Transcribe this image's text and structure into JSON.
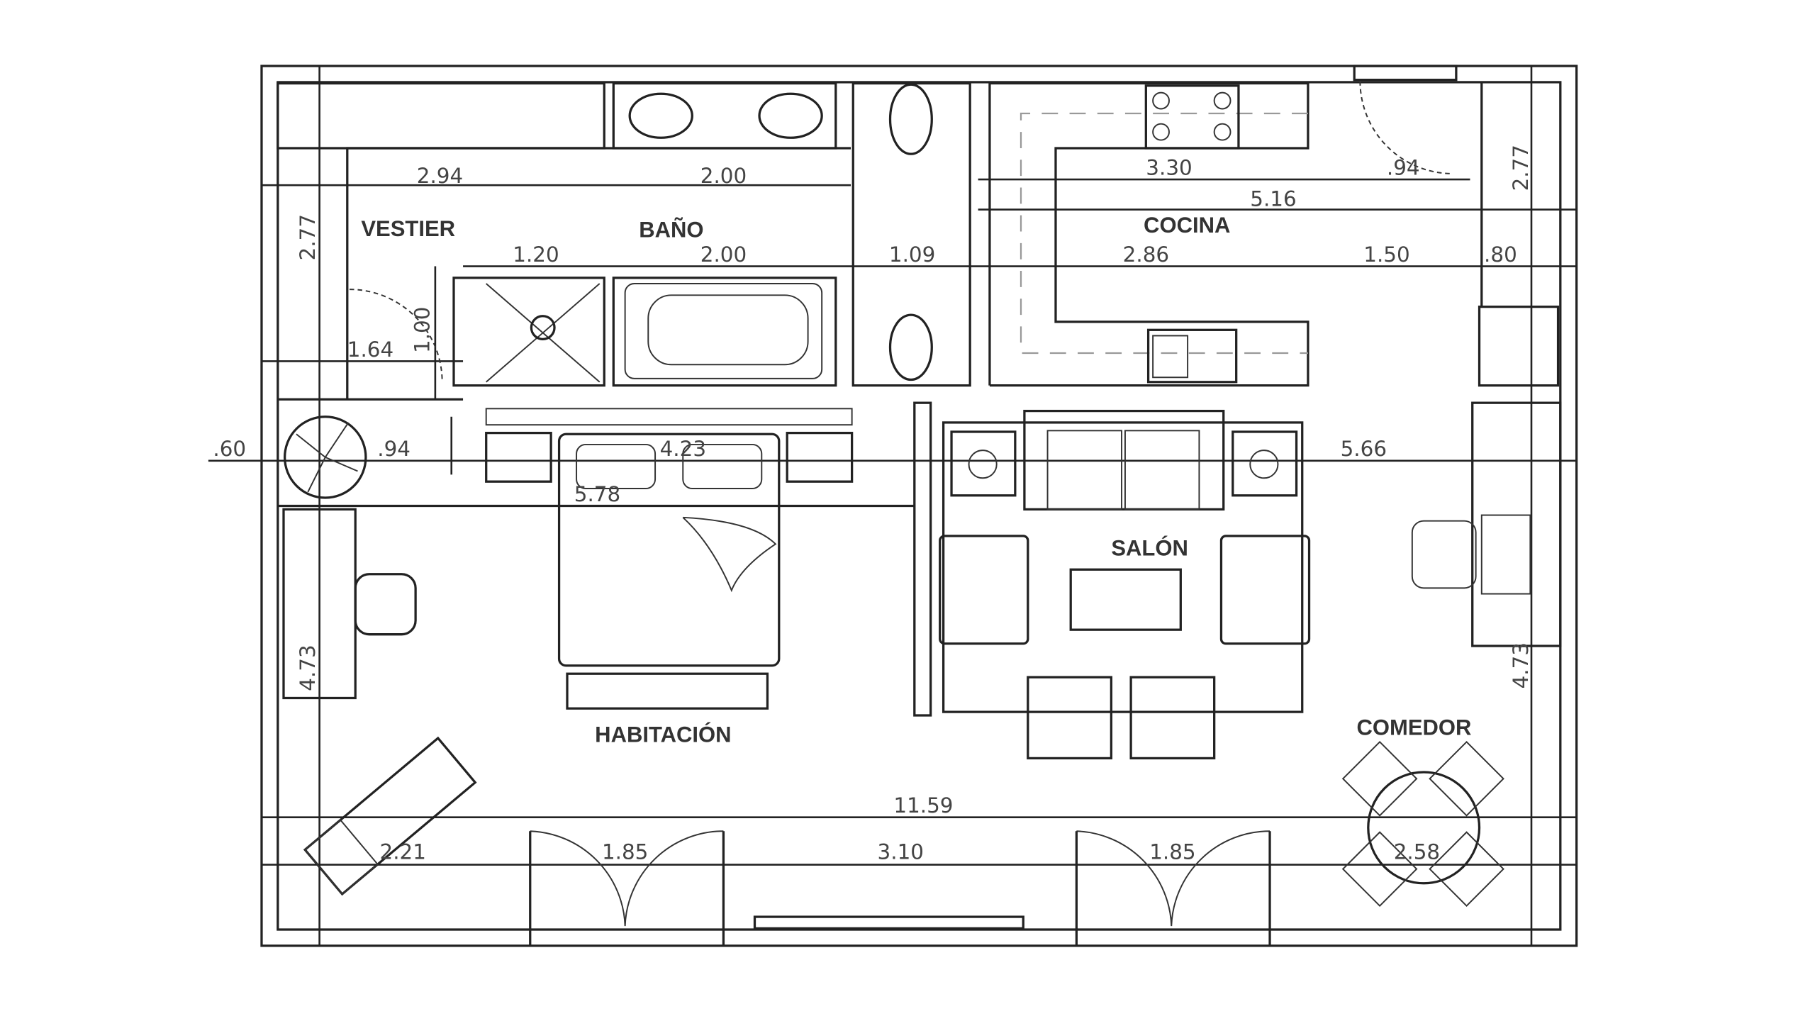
{
  "rooms": {
    "vestier": "VESTIER",
    "bano": "BAÑO",
    "cocina": "COCINA",
    "habitacion": "HABITACIÓN",
    "salon": "SALÓN",
    "comedor": "COMEDOR"
  },
  "dimensions": {
    "vestier_width": "2.94",
    "vanity_width": "2.00",
    "kitchen_counter": "3.30",
    "kitchen_door": ".94",
    "left_top_height": "2.77",
    "right_top_height": "2.77",
    "kitchen_total": "5.16",
    "shower_width": "1.20",
    "tub_width": "2.00",
    "toilet_width": "1.09",
    "kitchen_width": "2.86",
    "kitchen_gap": "1.50",
    "closet_width": ".80",
    "vestier_depth": "1.64",
    "door_width": "1.00",
    "wall_offset": ".60",
    "hall_width": ".94",
    "bed_wall": "4.23",
    "bedroom_width": "5.78",
    "living_width": "5.66",
    "left_bottom_height": "4.73",
    "right_bottom_height": "4.73",
    "total_width": "11.59",
    "corner_width": "2.21",
    "window_left": "1.85",
    "window_center": "3.10",
    "window_right": "1.85",
    "dining_width": "2.58"
  }
}
